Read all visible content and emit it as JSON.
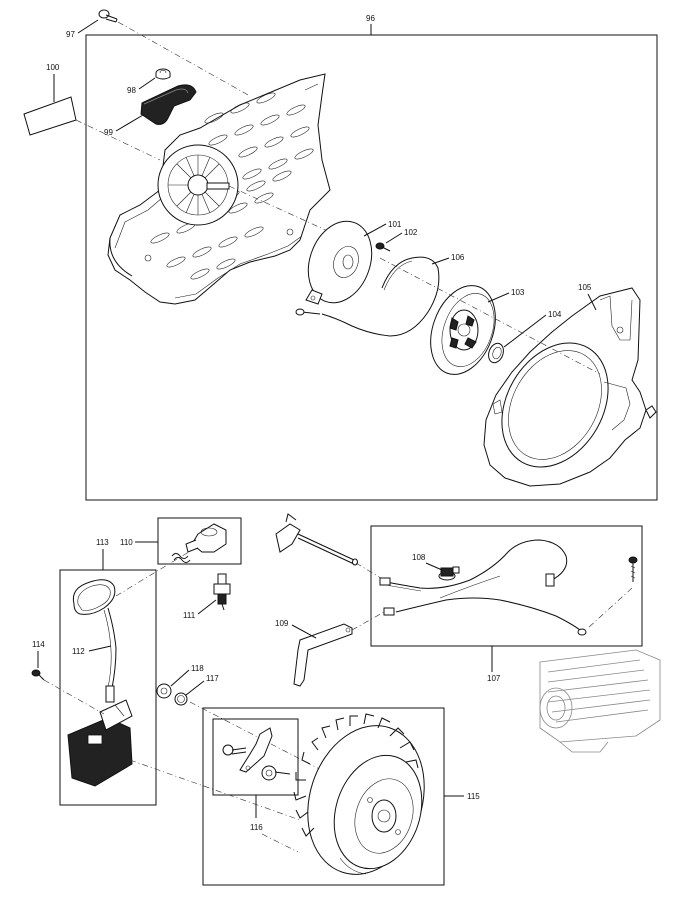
{
  "callouts": {
    "p96": "96",
    "p97": "97",
    "p98": "98",
    "p99": "99",
    "p100": "100",
    "p101": "101",
    "p102": "102",
    "p103": "103",
    "p104": "104",
    "p105": "105",
    "p106": "106",
    "p107": "107",
    "p108": "108",
    "p109": "109",
    "p110": "110",
    "p111": "111",
    "p112": "112",
    "p113": "113",
    "p114": "114",
    "p115": "115",
    "p116": "116",
    "p117": "117",
    "p118": "118"
  }
}
